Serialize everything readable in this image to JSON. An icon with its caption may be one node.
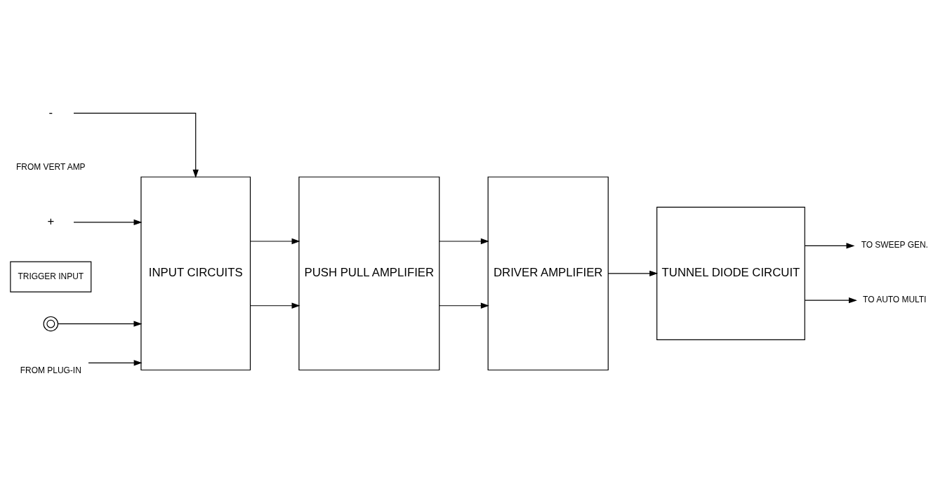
{
  "diagram": {
    "nodes": [
      {
        "text": [
          "-"
        ]
      },
      {
        "text": [
          "+"
        ]
      },
      {
        "text": [
          "INPUT CIRCUITS"
        ]
      },
      {
        "text": [
          "PUSH PULL AMPLIFIER"
        ]
      },
      {
        "text": [
          "DRIVER AMPLIFIER"
        ]
      },
      {
        "text": [
          "TUNNEL DIODE CIRCUIT"
        ]
      },
      {
        "text": [
          "TRIGGER INPUT"
        ]
      },
      {
        "text": [],
        "shape": "circle"
      },
      {
        "text": [
          "FROM PLUG-IN"
        ]
      },
      {
        "text": [
          "TO SWEEP GEN."
        ]
      },
      {
        "text": [
          "TO AUTO MULTI"
        ]
      }
    ],
    "edges": [
      {
        "from": 0,
        "to": 2,
        "arrow": "to"
      },
      {
        "from": 1,
        "to": 2,
        "arrow": "to"
      },
      {
        "from": 7,
        "to": 2,
        "arrow": "to"
      },
      {
        "from": 8,
        "to": 2,
        "arrow": "to"
      },
      {
        "from": 2,
        "to": 3,
        "arrow": "to"
      },
      {
        "from": 2,
        "to": 3,
        "arrow": "to"
      },
      {
        "from": 3,
        "to": 4,
        "arrow": "to"
      },
      {
        "from": 3,
        "to": 4,
        "arrow": "to"
      },
      {
        "from": 4,
        "to": 5,
        "arrow": "to"
      },
      {
        "from": 5,
        "to": 9,
        "arrow": "to"
      },
      {
        "from": 5,
        "to": 10,
        "arrow": "to"
      }
    ],
    "labels": [
      "FROM VERT AMP"
    ]
  }
}
